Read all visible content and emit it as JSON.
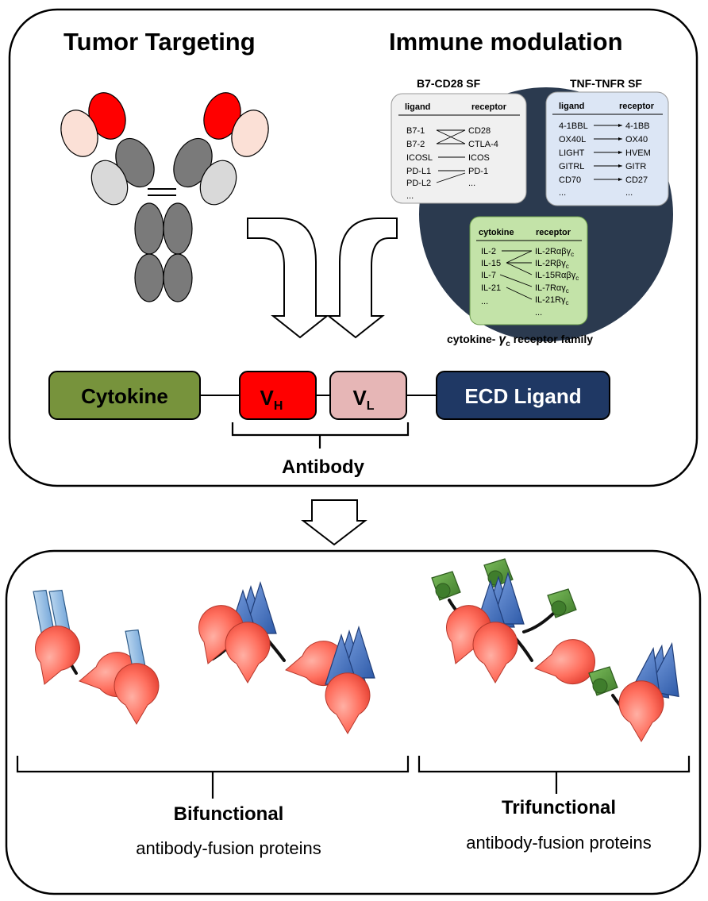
{
  "top_panel": {
    "title_left": "Tumor Targeting",
    "title_right": "Immune modulation",
    "b7": {
      "title": "B7-CD28 SF",
      "head_left": "ligand",
      "head_right": "receptor",
      "ligands": [
        "B7-1",
        "B7-2",
        "ICOSL",
        "PD-L1",
        "PD-L2",
        "..."
      ],
      "receptors": [
        "CD28",
        "CTLA-4",
        "ICOS",
        "PD-1",
        "..."
      ]
    },
    "tnf": {
      "title": "TNF-TNFR SF",
      "head_left": "ligand",
      "head_right": "receptor",
      "ligands": [
        "4-1BBL",
        "OX40L",
        "LIGHT",
        "GITRL",
        "CD70",
        "..."
      ],
      "receptors": [
        "4-1BB",
        "OX40",
        "HVEM",
        "GITR",
        "CD27",
        "..."
      ]
    },
    "cytokine_family": {
      "head_left": "cytokine",
      "head_right": "receptor",
      "cytokines": [
        "IL-2",
        "IL-15",
        "IL-7",
        "IL-21",
        "..."
      ],
      "receptors": [
        {
          "base": "IL-2Rαβγ",
          "sub": "c"
        },
        {
          "base": "IL-2Rβγ",
          "sub": "c"
        },
        {
          "base": "IL-15Rαβγ",
          "sub": "c"
        },
        {
          "base": "IL-7Rαγ",
          "sub": "c"
        },
        {
          "base": "IL-21Rγ",
          "sub": "c"
        },
        {
          "base": "...",
          "sub": ""
        }
      ],
      "caption_pre": "cytokine- ",
      "caption_gamma": "γ",
      "caption_sub": "c",
      "caption_post": " receptor family"
    },
    "construct": {
      "cytokine": "Cytokine",
      "vh_base": "V",
      "vh_sub": "H",
      "vl_base": "V",
      "vl_sub": "L",
      "ecd": "ECD Ligand",
      "antibody": "Antibody"
    }
  },
  "bottom_panel": {
    "bifunctional_title": "Bifunctional",
    "bifunctional_sub": "antibody-fusion proteins",
    "trifunctional_title": "Trifunctional",
    "trifunctional_sub": "antibody-fusion proteins"
  },
  "colors": {
    "vh_red": "#ff0000",
    "vl_pink": "#e6b6b6",
    "cytokine_green": "#77933c",
    "ecd_navy": "#1f3864",
    "dark_circle": "#2b3a4f",
    "b7_box": "#f0f0f0",
    "tnf_box": "#dce6f5",
    "cyto_box": "#c3e3a8",
    "hex_blue": "#9dc3e6",
    "trimer_blue": "#4472c4",
    "salmon": "#ff7f70",
    "green_domain": "#5a9a3e"
  }
}
